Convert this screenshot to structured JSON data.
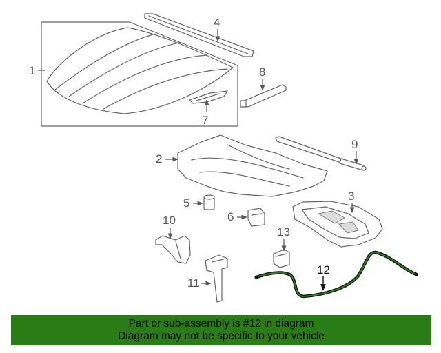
{
  "callouts": {
    "c1": "1",
    "c2": "2",
    "c3": "3",
    "c4": "4",
    "c5": "5",
    "c6": "6",
    "c7": "7",
    "c8": "8",
    "c9": "9",
    "c10": "10",
    "c11": "11",
    "c12": "12",
    "c13": "13"
  },
  "banner": {
    "line1": "Part or sub-assembly is #12 in diagram",
    "line2": "Diagram may not be specific to your vehicle"
  },
  "colors": {
    "banner_bg": "#2a7d16",
    "highlight_part": "#2a7d16"
  }
}
